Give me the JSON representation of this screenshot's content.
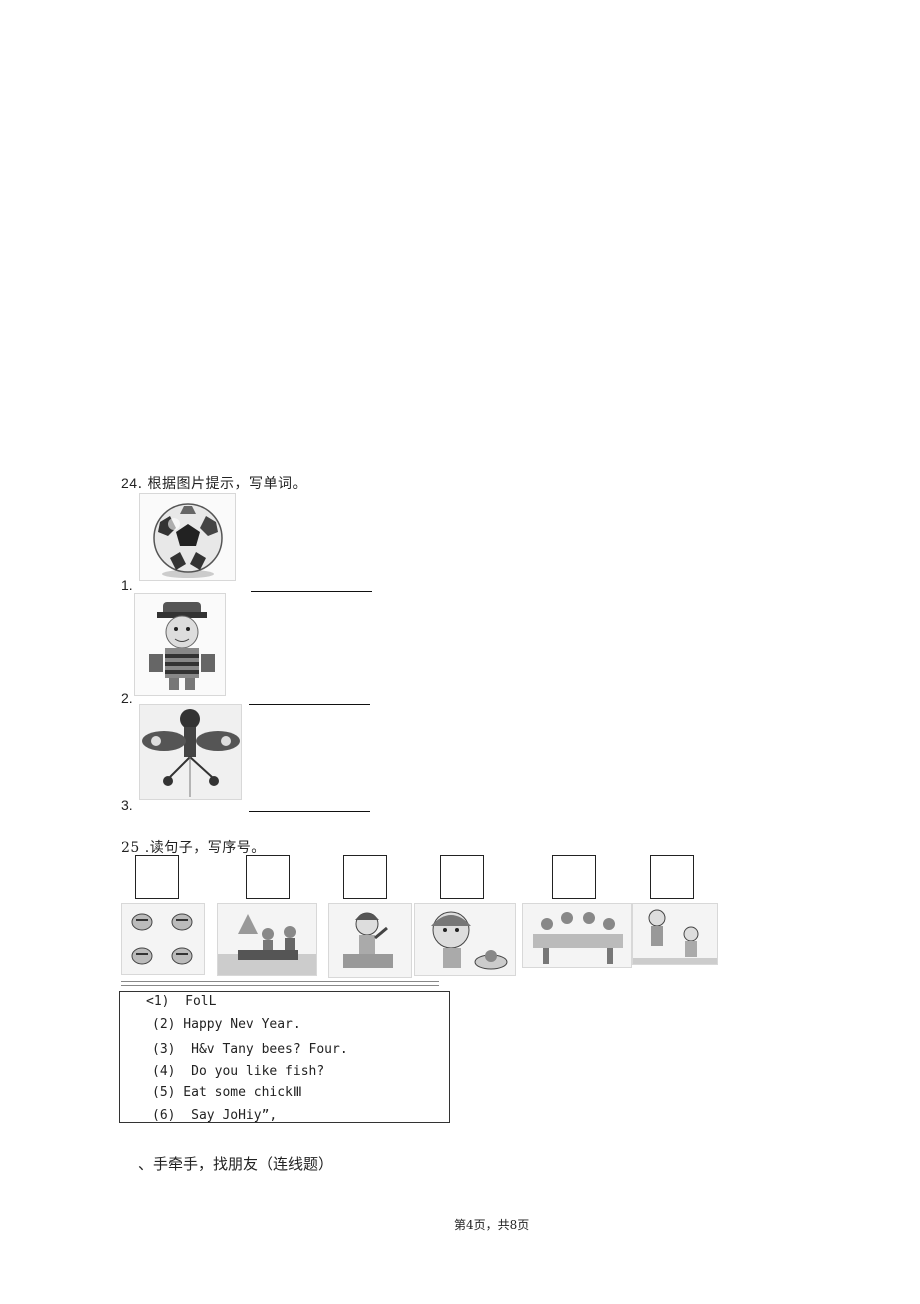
{
  "q24": {
    "number": "24",
    "instruction": ". 根据图片提示，写单词。",
    "items": [
      {
        "label": "1.",
        "icon": "soccer-ball"
      },
      {
        "label": "2.",
        "icon": "boy-with-cap"
      },
      {
        "label": "3.",
        "icon": "kite"
      }
    ]
  },
  "q25": {
    "title": "25 .读句子，写序号。",
    "pictures": [
      "bees-picture",
      "family-room-picture",
      "girl-waving-picture",
      "girl-eating-picture",
      "family-dinner-picture",
      "children-playing-picture"
    ],
    "sentences": [
      "<1)  FolL",
      "(2) Happy Nev Year.",
      "(3)  H&v Tany bees? Four.",
      "(4)  Do you like fish?",
      "(5) Eat some chickⅢ",
      "(6)  Say JoHiy”,"
    ]
  },
  "section": {
    "title": "、手牵手，找朋友（连线题）"
  },
  "footer": {
    "page": "第4页，共8页"
  }
}
